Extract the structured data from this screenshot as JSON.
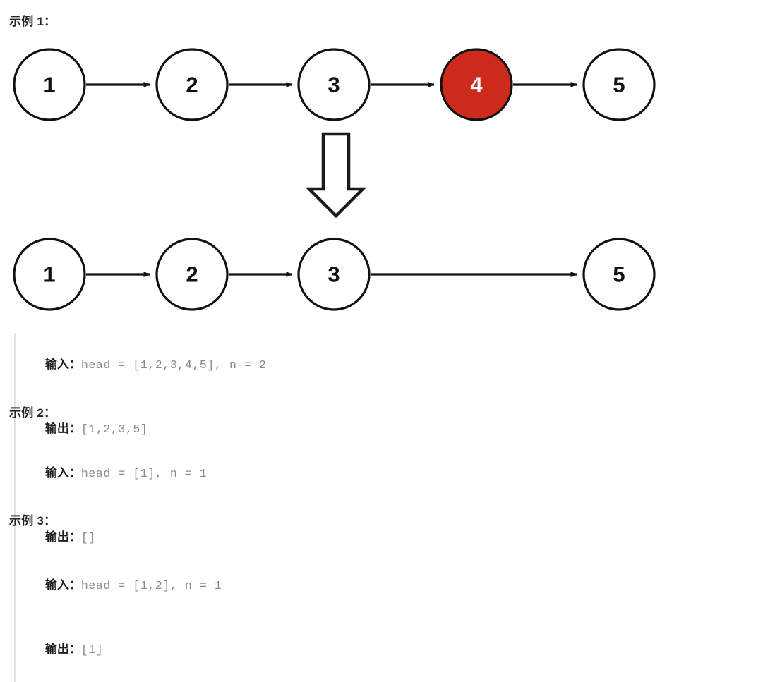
{
  "examples": [
    {
      "heading": "示例 1：",
      "input_label": "输入：",
      "input_value": "head = [1,2,3,4,5], n = 2",
      "output_label": "输出：",
      "output_value": "[1,2,3,5]"
    },
    {
      "heading": "示例 2：",
      "input_label": "输入：",
      "input_value": "head = [1], n = 1",
      "output_label": "输出：",
      "output_value": "[]"
    },
    {
      "heading": "示例 3：",
      "input_label": "输入：",
      "input_value": "head = [1,2], n = 1",
      "output_label": "输出：",
      "output_value": "[1]"
    }
  ],
  "figure": {
    "before_row": {
      "nodes": [
        {
          "label": "1",
          "highlight": false
        },
        {
          "label": "2",
          "highlight": false
        },
        {
          "label": "3",
          "highlight": false
        },
        {
          "label": "4",
          "highlight": true
        },
        {
          "label": "5",
          "highlight": false
        }
      ]
    },
    "after_row": {
      "nodes": [
        {
          "label": "1",
          "highlight": false
        },
        {
          "label": "2",
          "highlight": false
        },
        {
          "label": "3",
          "highlight": false
        },
        {
          "label": "5",
          "highlight": false
        }
      ]
    },
    "transform_arrow": "down-block-arrow"
  },
  "colors": {
    "highlight_fill": "#cc2a1a",
    "highlight_text": "#ffffff",
    "node_stroke": "#111111",
    "node_fill": "#ffffff",
    "edge": "#111111",
    "quote_border": "#e3e3e3",
    "code_text": "#8a8a8a",
    "heading_text": "#262626",
    "background": "#ffffff"
  }
}
